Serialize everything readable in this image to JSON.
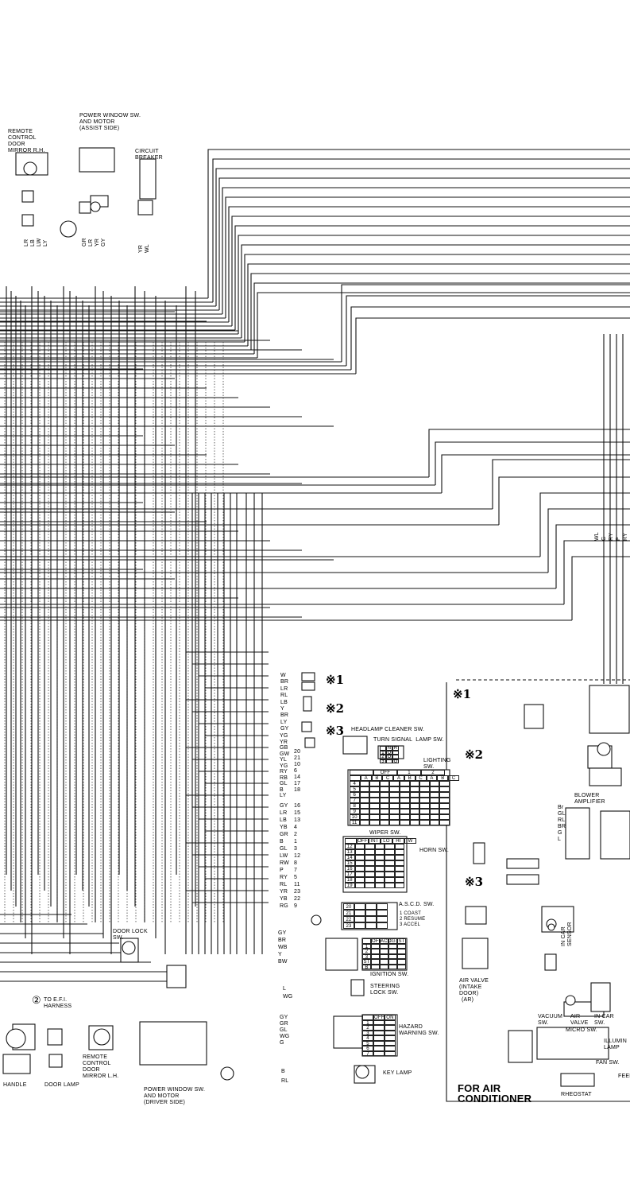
{
  "labels": {
    "power_window_assist": "POWER WINDOW SW.\nAND MOTOR\n(ASSIST SIDE)",
    "remote_mirror_rh": "REMOTE\nCONTROL\nDOOR\nMIRROR R.H.",
    "circuit_breaker": "CIRCUIT\nBREAKER",
    "headlamp_cleaner": "HEADLAMP CLEANER SW.",
    "turn_signal": "TURN SIGNAL  LAMP SW.",
    "lighting_sw": "LIGHTING\nSW.",
    "wiper_sw": "WIPER SW.",
    "horn_sw": "HORN SW.",
    "ascd_sw": "A.S.C.D. SW.",
    "ascd_modes": "1 COAST\n2 RESUME\n3 ACCEL",
    "ignition_sw": "IGNITION SW.",
    "steering_lock": "STEERING\nLOCK SW.",
    "hazard_sw": "HAZARD\nWARNING SW.",
    "key_lamp": "KEY LAMP",
    "door_lock_sw": "DOOR LOCK\nSW.",
    "to_efi": "TO E.F.I.\nHARNESS",
    "remote_mirror_lh": "REMOTE\nCONTROL\nDOOR\nMIRROR L.H.",
    "power_window_driver": "POWER WINDOW SW.\nAND MOTOR\n(DRIVER SIDE)",
    "door_lamp": "DOOR LAMP",
    "handle": "HANDLE",
    "for_ac": "FOR AIR\nCONDITIONER",
    "blower_amp": "BLOWER\nAMPLIFIER",
    "air_valve_intake": "AIR VALVE\n(INTAKE\nDOOR)",
    "vacuum_sw": "VACUUM\nSW.",
    "air_valve": "AIR\nVALVE",
    "in_car_sw": "IN CAR\nSW.",
    "micro_sw": "MICRO SW.",
    "fan_sw": "FAN SW.",
    "rheostat": "RHEOSTAT",
    "in_car_sensor": "IN CAR\nSENSOR",
    "illumi_lamp": "ILLUMIN\nLAMP",
    "feed": "FEED"
  },
  "marks": {
    "m1": "※1",
    "m2": "※2",
    "m3": "※3",
    "circled2": "②",
    "ar": "(AR)"
  },
  "wire_codes": {
    "mirror_rh": [
      "LR",
      "LB",
      "LW",
      "LY"
    ],
    "assist": [
      "GR",
      "LR",
      "YR",
      "GY"
    ],
    "breaker": [
      "YR",
      "WL"
    ],
    "connector_upper": [
      "W",
      "BR",
      "LR",
      "RL",
      "LB",
      "Y",
      "BR",
      "LY",
      "GY"
    ],
    "connector_mid": [
      "YG",
      "YR",
      "GB",
      "GW",
      "YL",
      "YG",
      "RY",
      "RB",
      "GL",
      "B",
      "LY"
    ],
    "connector_mid_nums": [
      "20",
      "21",
      "10",
      "6",
      "14",
      "17",
      "18"
    ],
    "connector_lower": [
      "GY",
      "LR",
      "LB",
      "YB",
      "GR",
      "B",
      "GL",
      "LW",
      "RW",
      "P",
      "RY",
      "RL",
      "YR",
      "YB",
      "RG"
    ],
    "connector_lower_nums": [
      "16",
      "15",
      "13",
      "4",
      "2",
      "1",
      "3",
      "12",
      "8",
      "7",
      "5",
      "11",
      "23",
      "22",
      "9"
    ],
    "ignition": [
      "GY",
      "BR",
      "WB",
      "Y",
      "BW"
    ],
    "steering": [
      "L",
      "WG"
    ],
    "hazard": [
      "GY",
      "GR",
      "GL",
      "WG",
      "G"
    ],
    "key": [
      "B",
      "RL"
    ],
    "ac_right": [
      "WL",
      "G",
      "RY",
      "P",
      "RY"
    ],
    "blower": [
      "Br",
      "GL",
      "RL",
      "BR",
      "G",
      "L"
    ]
  },
  "tables": {
    "turn": [
      [
        "",
        "N",
        "R"
      ],
      [
        "1",
        "O",
        ""
      ],
      [
        "2",
        "O",
        ""
      ],
      [
        "3",
        "",
        "O"
      ]
    ],
    "lighting_header": [
      "OFF",
      "1",
      "2"
    ],
    "lighting_sub": [
      "A",
      "B",
      "C",
      "A",
      "B",
      "C",
      "A",
      "B",
      "C"
    ],
    "lighting_rows": [
      "4",
      "5",
      "6",
      "7",
      "8",
      "9",
      "10",
      "11"
    ],
    "wiper_header": [
      "OFF",
      "INT",
      "LO",
      "HI",
      "W"
    ],
    "wiper_rows": [
      "12",
      "13",
      "14",
      "15",
      "16",
      "17",
      "18",
      "19"
    ],
    "ascd_rows": [
      "20",
      "21",
      "22",
      "23"
    ],
    "ignition_header": [
      "OFF",
      "ACC",
      "IG",
      "ST"
    ],
    "ignition_rows": [
      "1",
      "2",
      "3",
      "ST",
      "B"
    ],
    "hazard_header": [
      "OFF",
      "ON"
    ],
    "hazard_rows": [
      "1",
      "2",
      "3",
      "4",
      "5",
      "6",
      "7"
    ]
  },
  "colors": {
    "ink": "#111111",
    "paper": "#ffffff"
  }
}
